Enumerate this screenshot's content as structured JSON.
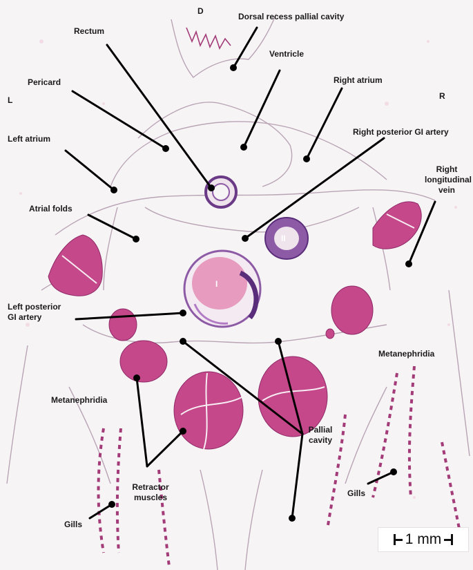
{
  "orientation": {
    "dorsal": "D",
    "left": "L",
    "right": "R"
  },
  "labels": {
    "dorsal_recess": "Dorsal recess pallial cavity",
    "rectum": "Rectum",
    "ventricle": "Ventricle",
    "pericard": "Pericard",
    "right_atrium": "Right atrium",
    "right_posterior_gi_artery": "Right posterior GI artery",
    "left_atrium": "Left atrium",
    "right_longitudinal_vein_1": "Right",
    "right_longitudinal_vein_2": "longitudinal",
    "right_longitudinal_vein_3": "vein",
    "atrial_folds": "Atrial folds",
    "left_posterior_gi_artery_1": "Left posterior",
    "left_posterior_gi_artery_2": "GI artery",
    "metanephridia_right": "Metanephridia",
    "metanephridia_left": "Metanephridia",
    "pallial_cavity_1": "Pallial",
    "pallial_cavity_2": "cavity",
    "retractor_muscles_1": "Retractor",
    "retractor_muscles_2": "muscles",
    "gills_left": "Gills",
    "gills_right": "Gills"
  },
  "organ_marks": {
    "intestine_1": "I",
    "intestine_2": "II"
  },
  "scale_bar": {
    "label": "1 mm"
  },
  "colors": {
    "background": "#f7f4f5",
    "tissue_line": "#b9a4b5",
    "muscle": "#c4488a",
    "muscle_dark": "#8f2a68",
    "gut_lining": "#6a3a86",
    "leader_line": "#000000"
  }
}
